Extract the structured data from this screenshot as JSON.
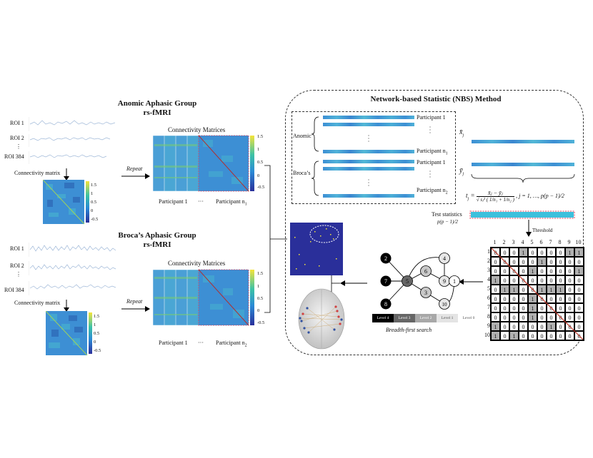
{
  "anomic": {
    "title": "Anomic Aphasic Group",
    "subtitle": "rs-fMRI",
    "roi_labels": [
      "ROI 1",
      "ROI 2",
      "ROI 384"
    ],
    "ellipsis": "⋮",
    "conn_matrix_label": "Connectivity matrix",
    "matrices_title": "Connectivity Matrices",
    "repeat": "Repeat",
    "participant_first": "Participant 1",
    "participant_dots": "···",
    "participant_last": "Participant n",
    "participant_last_sub": "1"
  },
  "broca": {
    "title": "Broca’s Aphasic Group",
    "subtitle": "rs-fMRI",
    "roi_labels": [
      "ROI 1",
      "ROI 2",
      "ROI 384"
    ],
    "ellipsis": "⋮",
    "conn_matrix_label": "Connectivity matrix",
    "matrices_title": "Connectivity Matrices",
    "repeat": "Repeat",
    "participant_first": "Participant 1",
    "participant_dots": "···",
    "participant_last": "Participant n",
    "participant_last_sub": "2"
  },
  "colorbar_small": [
    "1.5",
    "1",
    "0.5",
    "0",
    "-0.5"
  ],
  "colorbar_large": [
    "1.5",
    "1",
    "0.5",
    "0",
    "-0.5"
  ],
  "nbs": {
    "title": "Network-based Statistic (NBS) Method",
    "group_anomic": "Anomic",
    "group_broca": "Broca’s",
    "participant_first": "Participant 1",
    "participant_last": "Participant n",
    "sub1": "1",
    "sub2": "2",
    "mean_x": "x̄",
    "mean_y": "ȳ",
    "mean_sub": "j",
    "formula_t": "t",
    "formula_sub": "j",
    "formula_eq": "=",
    "formula_num": "x̄ⱼ − ȳⱼ",
    "formula_den": "√ sⱼ² ( 1/n₁ + 1/n₂ )",
    "formula_range": ", j = 1, …, p(p − 1)/2",
    "test_stats": "Test statistics",
    "test_stats_count": "p(p − 1)/2",
    "threshold": "Threshold",
    "bfs": "Breadth-first search",
    "levels": [
      "Level 4",
      "Level 3",
      "Level 2",
      "Level 1",
      "Level 0"
    ],
    "graph_nodes": [
      "2",
      "7",
      "8",
      "5",
      "6",
      "3",
      "4",
      "9",
      "10",
      "1"
    ]
  },
  "adj_matrix": {
    "col_headers": [
      "1",
      "2",
      "3",
      "4",
      "5",
      "6",
      "7",
      "8",
      "9",
      "10"
    ],
    "row_headers": [
      "1",
      "2",
      "3",
      "4",
      "5",
      "6",
      "7",
      "8",
      "9",
      "10"
    ],
    "rows": [
      [
        "0",
        "0",
        "0",
        "1",
        "0",
        "0",
        "0",
        "0",
        "1",
        "1"
      ],
      [
        "0",
        "0",
        "0",
        "0",
        "0",
        "1",
        "0",
        "0",
        "0",
        "0"
      ],
      [
        "0",
        "0",
        "0",
        "0",
        "1",
        "0",
        "0",
        "0",
        "0",
        "1"
      ],
      [
        "1",
        "0",
        "0",
        "0",
        "0",
        "0",
        "0",
        "0",
        "0",
        "0"
      ],
      [
        "0",
        "1",
        "1",
        "0",
        "0",
        "1",
        "1",
        "1",
        "0",
        "0"
      ],
      [
        "0",
        "0",
        "0",
        "0",
        "1",
        "0",
        "0",
        "0",
        "0",
        "0"
      ],
      [
        "0",
        "0",
        "0",
        "0",
        "1",
        "0",
        "0",
        "0",
        "0",
        "0"
      ],
      [
        "0",
        "0",
        "0",
        "0",
        "1",
        "0",
        "0",
        "0",
        "0",
        "0"
      ],
      [
        "1",
        "0",
        "0",
        "0",
        "0",
        "0",
        "1",
        "0",
        "0",
        "0"
      ],
      [
        "1",
        "0",
        "1",
        "0",
        "0",
        "0",
        "0",
        "0",
        "0",
        "0"
      ]
    ],
    "shaded": [
      [
        0,
        3
      ],
      [
        0,
        8
      ],
      [
        0,
        9
      ],
      [
        1,
        5
      ],
      [
        2,
        4
      ],
      [
        2,
        9
      ],
      [
        3,
        0
      ],
      [
        4,
        1
      ],
      [
        4,
        2
      ],
      [
        4,
        5
      ],
      [
        4,
        6
      ],
      [
        4,
        7
      ],
      [
        5,
        4
      ],
      [
        6,
        4
      ],
      [
        7,
        4
      ],
      [
        8,
        0
      ],
      [
        8,
        6
      ],
      [
        9,
        0
      ],
      [
        9,
        2
      ]
    ]
  },
  "colors": {
    "matrix_bg": "#2b8ad6",
    "matrix_dark": "#2a2f9a",
    "matrix_yellow": "#f5e43a",
    "cell_shade": "#b0b0b0",
    "diag_red": "#c0392b"
  }
}
